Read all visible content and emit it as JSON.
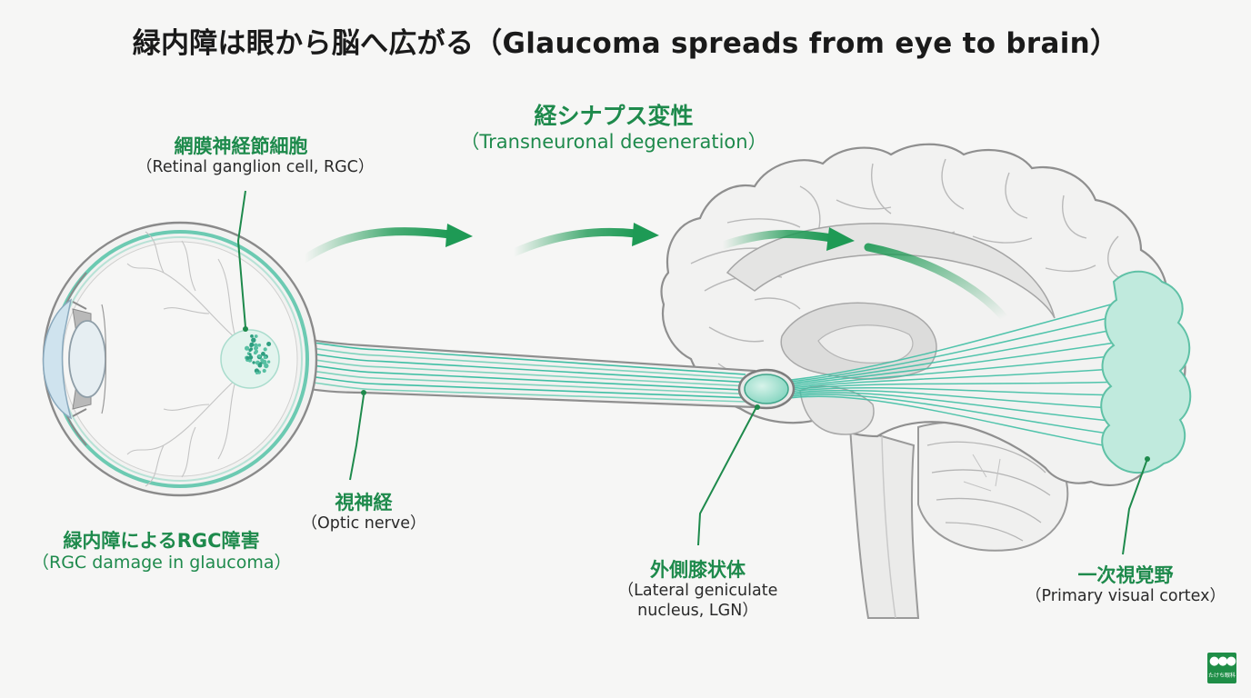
{
  "title": "緑内障は眼から脳へ広がる（Glaucoma spreads from eye to brain）",
  "labels": {
    "rgc": {
      "jp": "網膜神経節細胞",
      "en": "（Retinal ganglion cell, RGC）"
    },
    "transneuronal": {
      "jp": "経シナプス変性",
      "en": "（Transneuronal degeneration）"
    },
    "optic_nerve": {
      "jp": "視神経",
      "en": "（Optic nerve）"
    },
    "rgc_damage": {
      "jp": "緑内障によるRGC障害",
      "en": "（RGC damage in glaucoma）"
    },
    "lgn": {
      "jp": "外側膝状体",
      "en_line1": "（Lateral geniculate",
      "en_line2": "nucleus, LGN）"
    },
    "visual_cortex": {
      "jp": "一次視覚野",
      "en": "（Primary visual cortex）"
    }
  },
  "colors": {
    "accent_green": "#1e8a4c",
    "nerve_teal": "#3fbfa4",
    "cortex_fill": "#bfe9dc"
  },
  "logo": {
    "text": "たけち眼科"
  }
}
